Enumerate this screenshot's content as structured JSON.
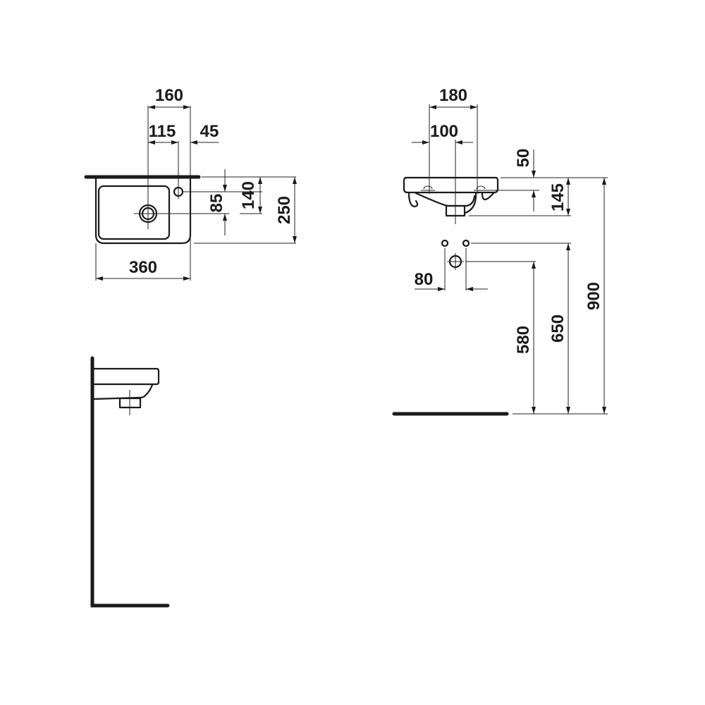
{
  "drawing": {
    "title": "Wall-hung hand basin dimension drawing",
    "views": {
      "top_view": {
        "dimensions": {
          "width_overall": "160",
          "waste_offset": "115",
          "tap_offset": "45",
          "basin_width": "360",
          "waste_depth": "85",
          "tap_depth": "140",
          "basin_depth": "250"
        }
      },
      "front_view": {
        "dimensions": {
          "tap_spacing": "180",
          "waste_center": "100",
          "rim_to_tap": "50",
          "basin_height": "145",
          "supply_spacing": "80",
          "waste_height": "580",
          "supply_height": "650",
          "rim_height": "900"
        }
      },
      "side_view": {}
    },
    "colors": {
      "line": "#1a1a1a",
      "background": "#ffffff"
    }
  }
}
